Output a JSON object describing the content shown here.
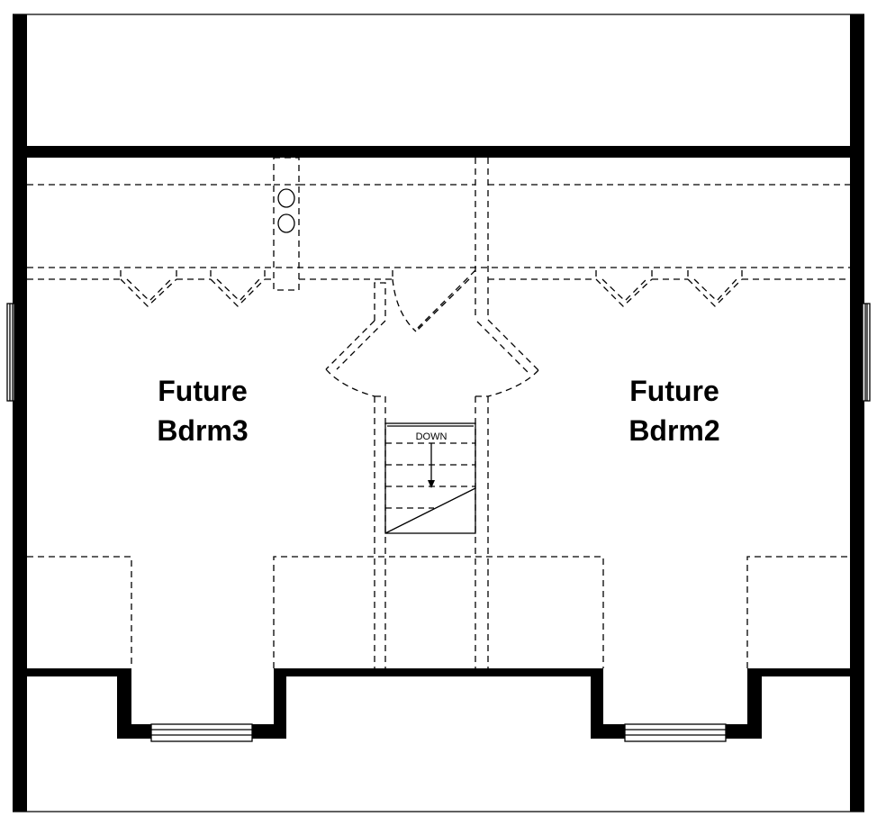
{
  "rooms": {
    "left": {
      "line1": "Future",
      "line2": "Bdrm3"
    },
    "right": {
      "line1": "Future",
      "line2": "Bdrm2"
    }
  },
  "stair": {
    "label": "DOWN"
  },
  "colors": {
    "line": "#000000",
    "background": "#ffffff"
  }
}
